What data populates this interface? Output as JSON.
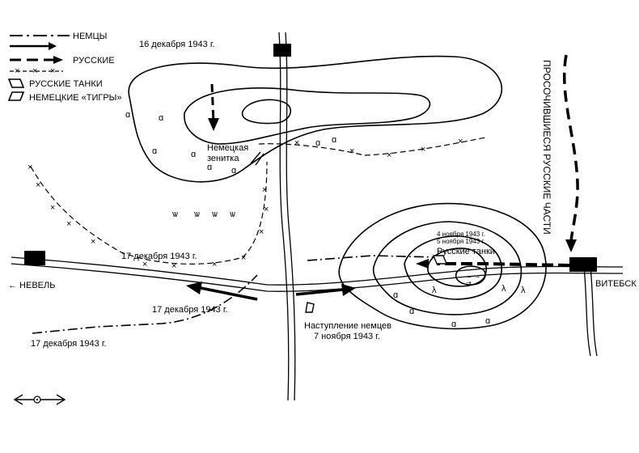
{
  "legend": {
    "germans": "НЕМЦЫ",
    "russians": "РУССКИЕ",
    "russian_tanks": "РУССКИЕ ТАНКИ",
    "german_tigers": "НЕМЕЦКИЕ «ТИГРЫ»"
  },
  "labels": {
    "date_dec16": "16 декабря 1943 г.",
    "flak": "Немецкая",
    "flak2": "зенитка",
    "date_dec17_mid": "17 декабря 1943 г.",
    "date_dec17_arrow": "17 декабря 1943 г.",
    "date_dec17_low": "17 декабря 1943 г.",
    "nevel": "← НЕВЕЛЬ",
    "vitebsk": "ВИТЕБСК",
    "german_advance": "Наступление немцев",
    "german_advance_date": "7 ноября 1943 г.",
    "nov4": "4 ноября 1943 г.",
    "nov5": "5 ноября 1943 г.",
    "russian_tanks_label": "Русские танки",
    "infiltrated": "ПРОСОЧИВШИЕСЯ РУССКИЕ ЧАСТИ"
  },
  "icons": {
    "compass": "compass-arrow-icon"
  }
}
